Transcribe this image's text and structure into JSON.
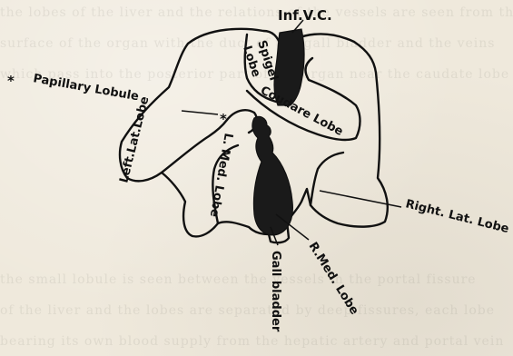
{
  "labels": {
    "inf_vc": "Inf.V.C.",
    "spigel_line1": "Spigel",
    "spigel_line2": "Lobe",
    "papillary": "Papillary Lobule",
    "papillary_marker": "*",
    "caudate": "Coudare Lobe",
    "l_med": "L. Med. Lobe",
    "left_lat": "Left.Lat.Lobe",
    "right_lat": "Right. Lat. Lobe",
    "r_med": "R.Med. Lobe",
    "gall_bladder": "Gall bladder",
    "star": "*"
  },
  "colors": {
    "ink": "#111111",
    "paper": "#efe9dc"
  }
}
